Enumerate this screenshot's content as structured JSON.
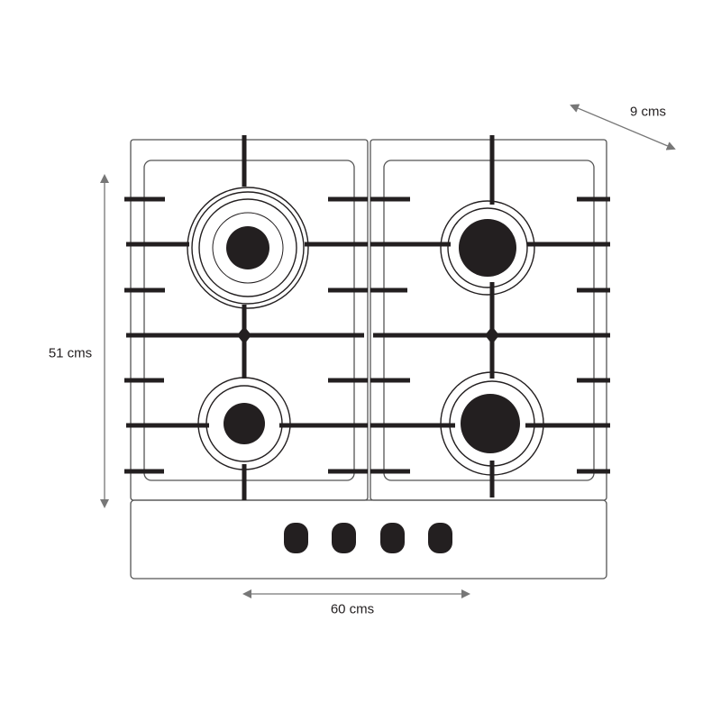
{
  "dimensions": {
    "height_label": "51 cms",
    "width_label": "60 cms",
    "depth_label": "9 cms"
  },
  "colors": {
    "ink": "#231f20",
    "outline": "#555555",
    "arrow": "#777777"
  },
  "burners": [
    "top-left",
    "top-right",
    "bottom-left",
    "bottom-right"
  ],
  "knob_count": 4
}
